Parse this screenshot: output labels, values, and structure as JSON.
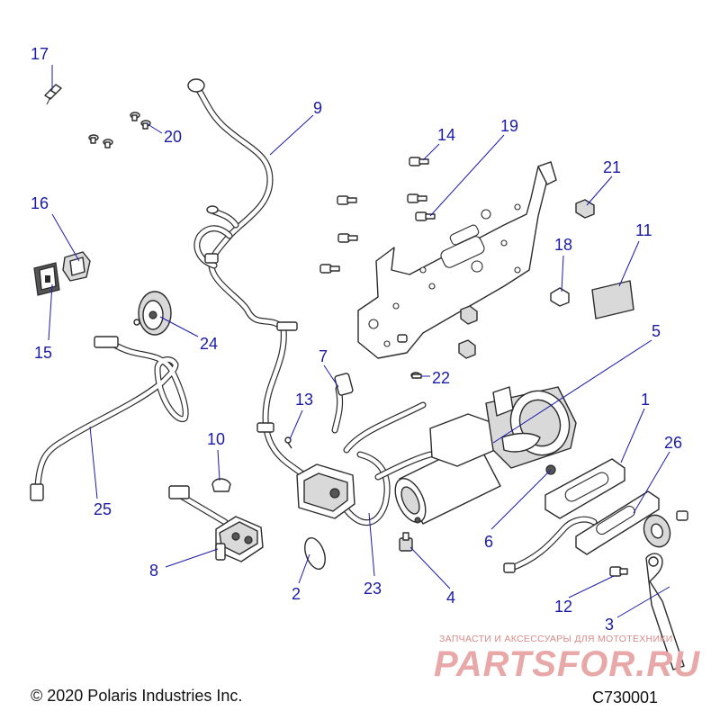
{
  "diagram": {
    "callouts": [
      {
        "id": "17",
        "label": "17"
      },
      {
        "id": "20",
        "label": "20"
      },
      {
        "id": "9",
        "label": "9"
      },
      {
        "id": "14",
        "label": "14"
      },
      {
        "id": "19",
        "label": "19"
      },
      {
        "id": "21",
        "label": "21"
      },
      {
        "id": "16",
        "label": "16"
      },
      {
        "id": "18",
        "label": "18"
      },
      {
        "id": "11",
        "label": "11"
      },
      {
        "id": "15",
        "label": "15"
      },
      {
        "id": "24",
        "label": "24"
      },
      {
        "id": "5",
        "label": "5"
      },
      {
        "id": "7",
        "label": "7"
      },
      {
        "id": "22",
        "label": "22"
      },
      {
        "id": "13",
        "label": "13"
      },
      {
        "id": "1",
        "label": "1"
      },
      {
        "id": "10",
        "label": "10"
      },
      {
        "id": "26",
        "label": "26"
      },
      {
        "id": "25",
        "label": "25"
      },
      {
        "id": "6",
        "label": "6"
      },
      {
        "id": "8",
        "label": "8"
      },
      {
        "id": "2",
        "label": "2"
      },
      {
        "id": "23",
        "label": "23"
      },
      {
        "id": "4",
        "label": "4"
      },
      {
        "id": "12",
        "label": "12"
      },
      {
        "id": "3",
        "label": "3"
      }
    ],
    "colors": {
      "callout": "#1a1aa8",
      "line_art": "#2b2b2b",
      "watermark": "#e8a8a8"
    }
  },
  "footer": {
    "copyright": "© 2020 Polaris Industries Inc.",
    "diagram_id": "C730001"
  },
  "watermark": {
    "tagline": "ЗАПЧАСТИ И АКСЕССУАРЫ ДЛЯ МОТОТЕХНИКИ",
    "logo_text": "PARTSFOR.RU"
  }
}
